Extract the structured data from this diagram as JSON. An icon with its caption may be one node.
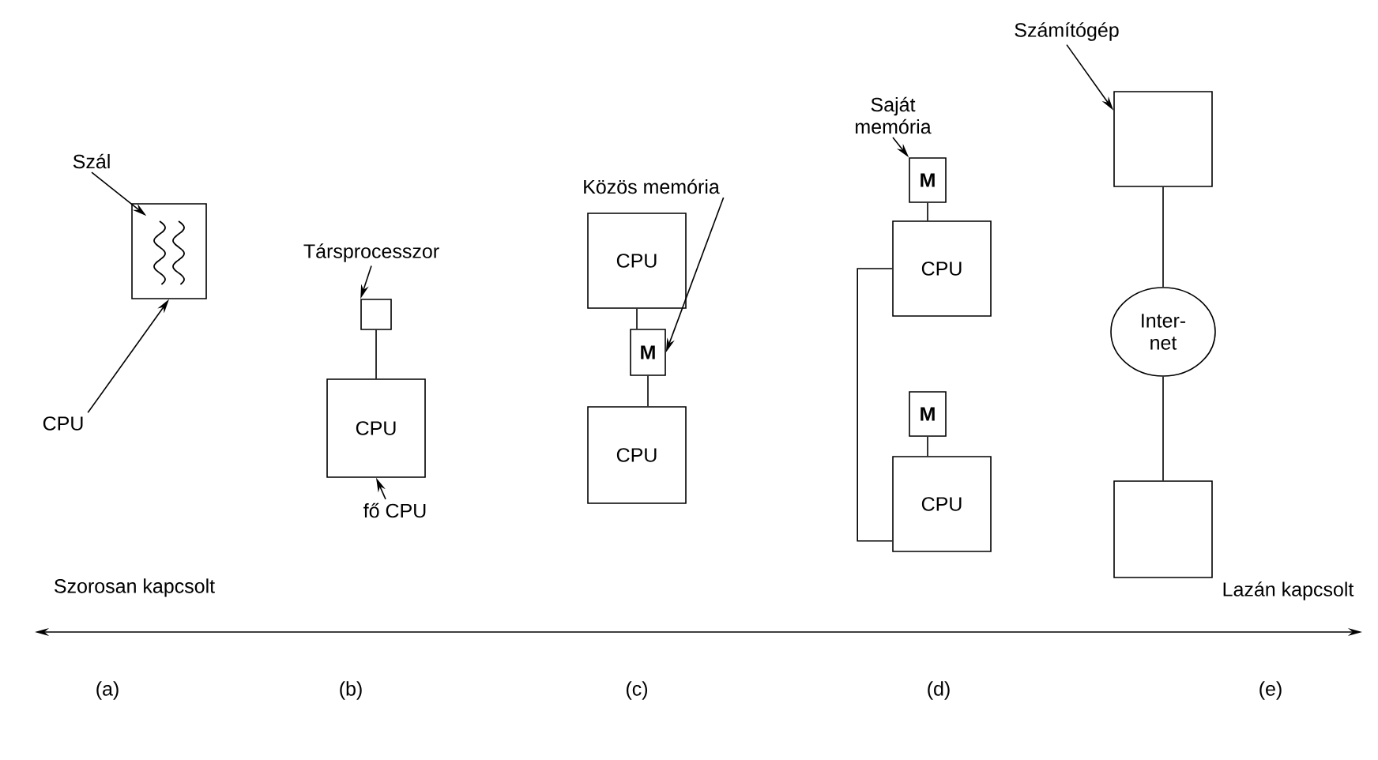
{
  "diagram": {
    "nodes": [
      {
        "text": [
          "Szál"
        ]
      },
      {
        "text": [],
        "shape": "box"
      },
      {
        "text": [],
        "shape": "picture",
        "in": 1
      },
      {
        "text": [
          "CPU"
        ]
      },
      {
        "text": [
          "Társprocesszor"
        ]
      },
      {
        "text": [],
        "shape": "box"
      },
      {
        "text": [
          "CPU"
        ]
      },
      {
        "text": [
          "fő CPU"
        ]
      },
      {
        "text": [
          "Közös memória"
        ]
      },
      {
        "text": [
          "CPU"
        ]
      },
      {
        "text": [
          "M"
        ]
      },
      {
        "text": [
          "CPU"
        ]
      },
      {
        "text": [
          "Saját memória"
        ]
      },
      {
        "text": [
          "M"
        ]
      },
      {
        "text": [
          "CPU"
        ]
      },
      {
        "text": [
          "M"
        ]
      },
      {
        "text": [
          "CPU"
        ]
      },
      {
        "text": [
          "Számítógép"
        ]
      },
      {
        "text": [],
        "shape": "box"
      },
      {
        "text": [
          "Inter- net"
        ]
      },
      {
        "text": [],
        "shape": "box"
      }
    ],
    "edges": [
      {
        "from": 0,
        "to": 2,
        "arrow": "to"
      },
      {
        "from": 3,
        "to": 1,
        "arrow": "to"
      },
      {
        "from": 4,
        "to": 5,
        "arrow": "to"
      },
      {
        "from": 5,
        "to": 6,
        "arrow": "none"
      },
      {
        "from": 7,
        "to": 6,
        "arrow": "to"
      },
      {
        "from": 8,
        "to": 10,
        "arrow": "to"
      },
      {
        "from": 9,
        "to": 10,
        "arrow": "none"
      },
      {
        "from": 10,
        "to": 11,
        "arrow": "none"
      },
      {
        "from": 12,
        "to": 13,
        "arrow": "to"
      },
      {
        "from": 13,
        "to": 14,
        "arrow": "none"
      },
      {
        "from": 14,
        "to": 16,
        "arrow": "none"
      },
      {
        "from": 15,
        "to": 16,
        "arrow": "none"
      },
      {
        "from": 17,
        "to": 18,
        "arrow": "to"
      },
      {
        "from": 18,
        "to": 19,
        "arrow": "none"
      },
      {
        "from": 19,
        "to": 20,
        "arrow": "none"
      }
    ],
    "labels": [
      "Szorosan kapcsolt",
      "Lazán kapcsolt",
      "(a)",
      "(b)",
      "(c)",
      "(d)",
      "(e)"
    ]
  }
}
